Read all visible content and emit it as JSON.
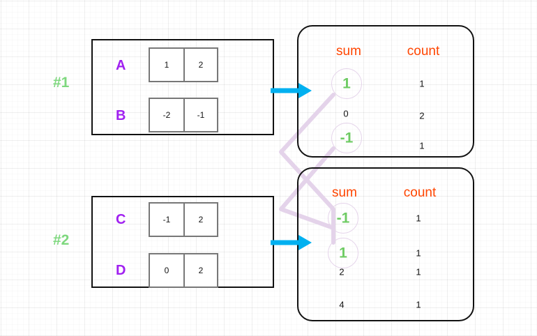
{
  "diagram": {
    "title": "partition-sum-count-shuffle",
    "colors": {
      "label_green": "#7ed87e",
      "row_label_purple": "#a020f0",
      "header_orange": "#ff4500",
      "highlight_green": "#6ecb63",
      "arrow_cyan": "#00b0f0",
      "link_pink": "#e4d3ea",
      "box_border": "#111111",
      "cell_border": "#777777"
    },
    "partitions": [
      {
        "label": "#1",
        "rows": [
          {
            "name": "A",
            "cells": [
              "1",
              "2"
            ]
          },
          {
            "name": "B",
            "cells": [
              "-2",
              "-1"
            ]
          }
        ]
      },
      {
        "label": "#2",
        "rows": [
          {
            "name": "C",
            "cells": [
              "-1",
              "2"
            ]
          },
          {
            "name": "D",
            "cells": [
              "0",
              "2"
            ]
          }
        ]
      }
    ],
    "tables": [
      {
        "headers": {
          "sum": "sum",
          "count": "count"
        },
        "rows": [
          {
            "sum": "1",
            "count": "1",
            "highlighted": true
          },
          {
            "sum": "0",
            "count": "2",
            "highlighted": false
          },
          {
            "sum": "-1",
            "count": "1",
            "highlighted": true
          }
        ]
      },
      {
        "headers": {
          "sum": "sum",
          "count": "count"
        },
        "rows": [
          {
            "sum": "-1",
            "count": "1",
            "highlighted": true
          },
          {
            "sum": "1",
            "count": "1",
            "highlighted": true
          },
          {
            "sum": "2",
            "count": "1",
            "highlighted": false
          },
          {
            "sum": "4",
            "count": "1",
            "highlighted": false
          }
        ]
      }
    ]
  }
}
